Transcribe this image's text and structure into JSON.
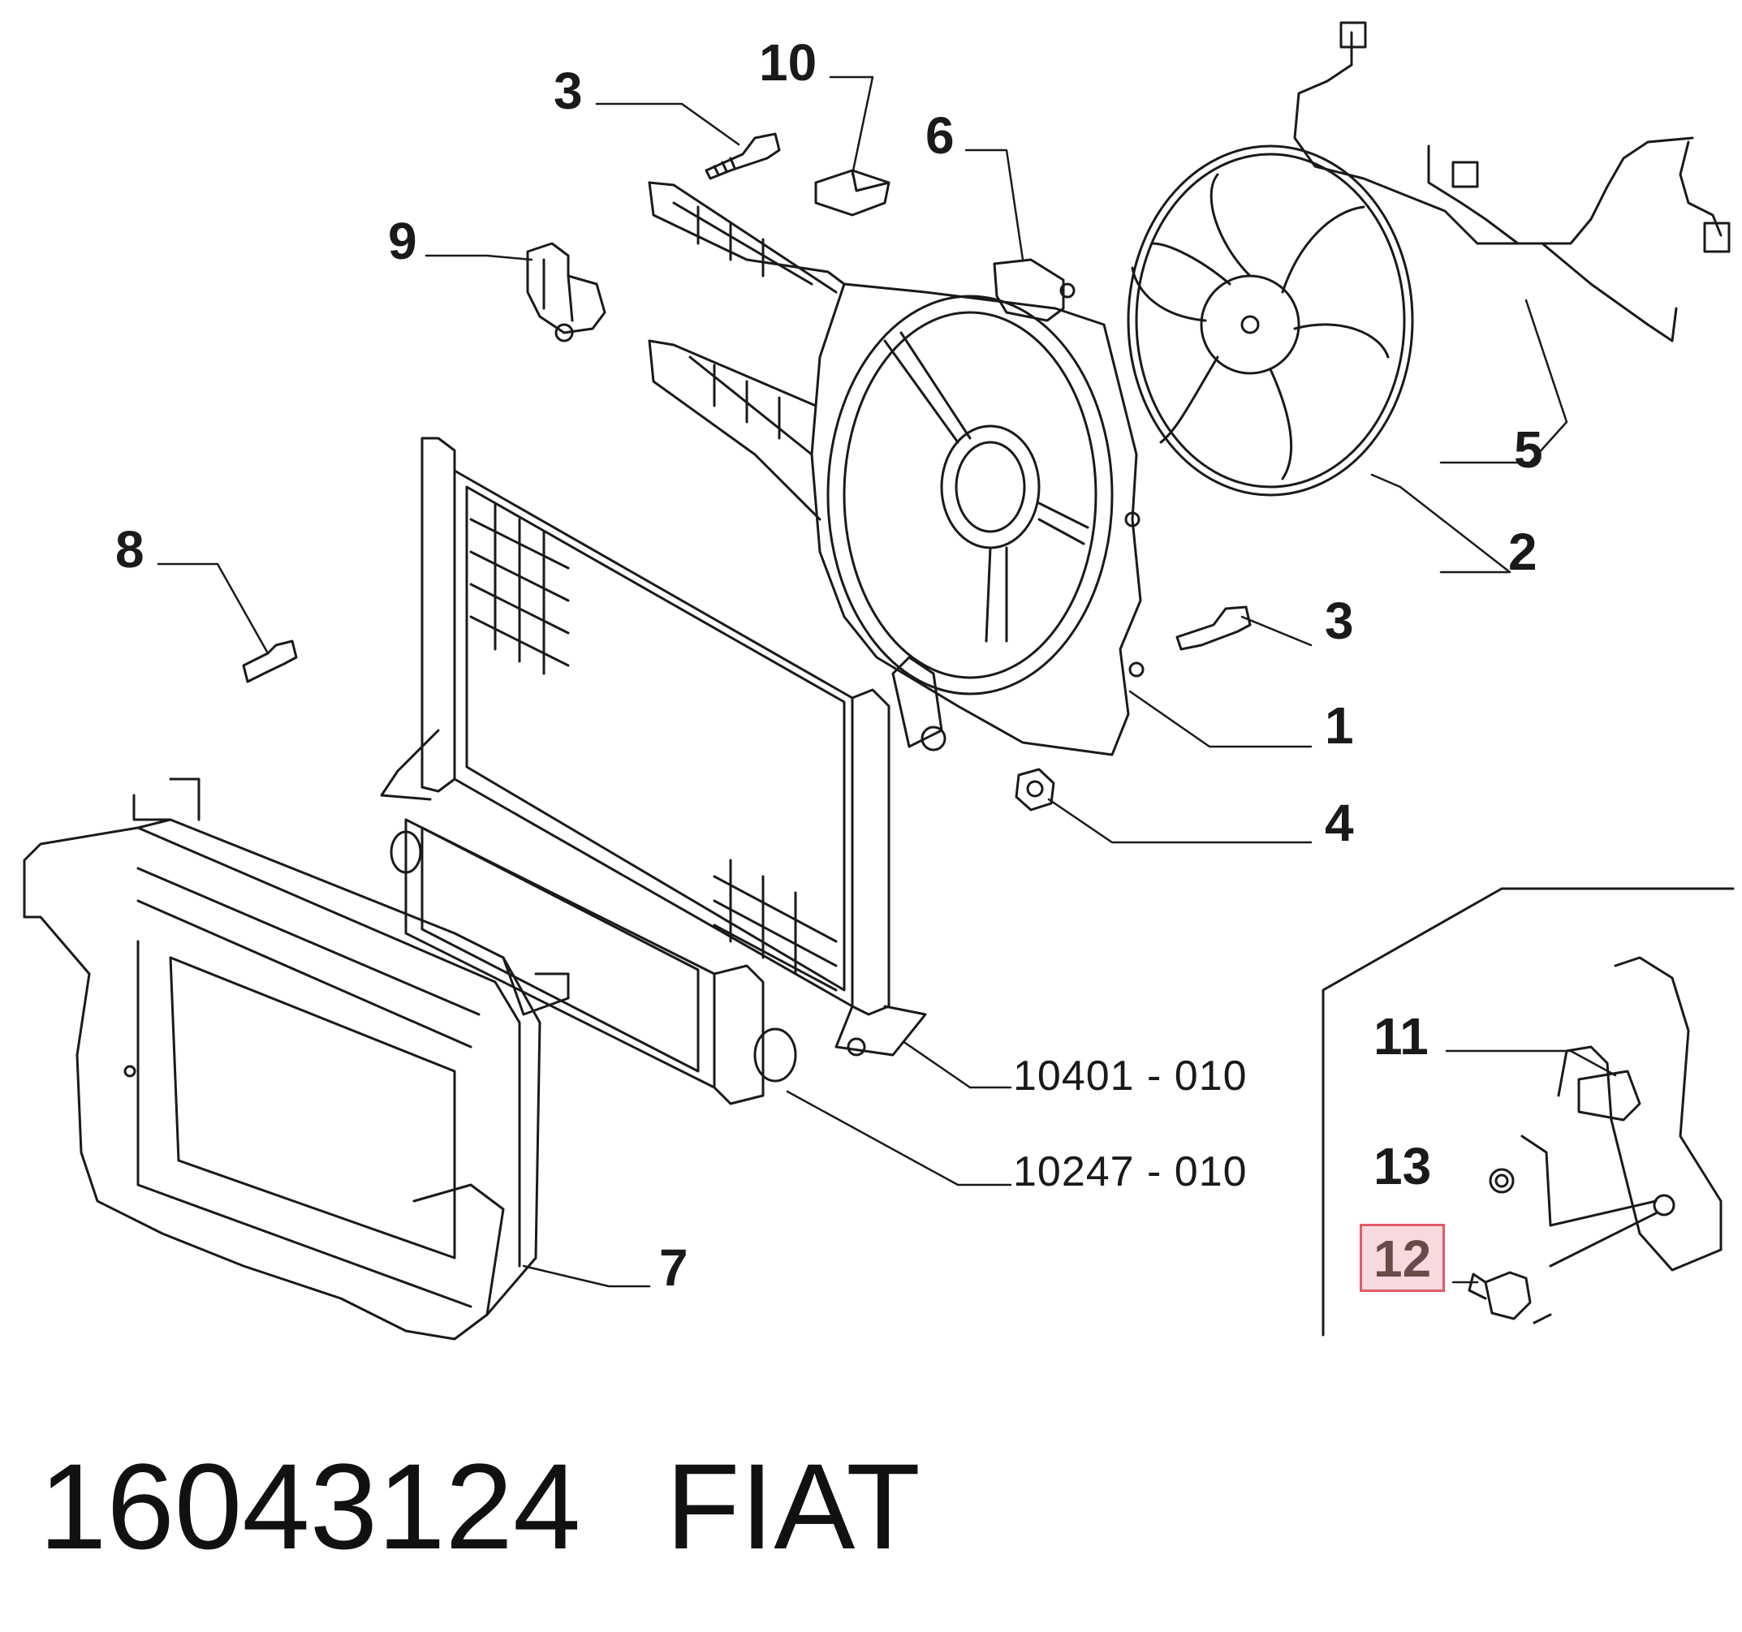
{
  "callouts": [
    {
      "id": "c1",
      "text": "1"
    },
    {
      "id": "c2",
      "text": "2"
    },
    {
      "id": "c3a",
      "text": "3"
    },
    {
      "id": "c3b",
      "text": "3"
    },
    {
      "id": "c4",
      "text": "4"
    },
    {
      "id": "c5",
      "text": "5"
    },
    {
      "id": "c6",
      "text": "6"
    },
    {
      "id": "c7",
      "text": "7"
    },
    {
      "id": "c8",
      "text": "8"
    },
    {
      "id": "c9",
      "text": "9"
    },
    {
      "id": "c10",
      "text": "10"
    },
    {
      "id": "c11",
      "text": "11"
    },
    {
      "id": "c12",
      "text": "12"
    },
    {
      "id": "c13",
      "text": "13"
    },
    {
      "id": "r1",
      "text": "10401 - 010"
    },
    {
      "id": "r2",
      "text": "10247 - 010"
    }
  ],
  "caption": {
    "part_number": "16043124",
    "brand": "FIAT"
  },
  "colors": {
    "line": "#1a1a1a",
    "highlight_fill": "#f6dadd",
    "highlight_border": "#e35a6a",
    "highlight_text": "#6b4a4a"
  }
}
